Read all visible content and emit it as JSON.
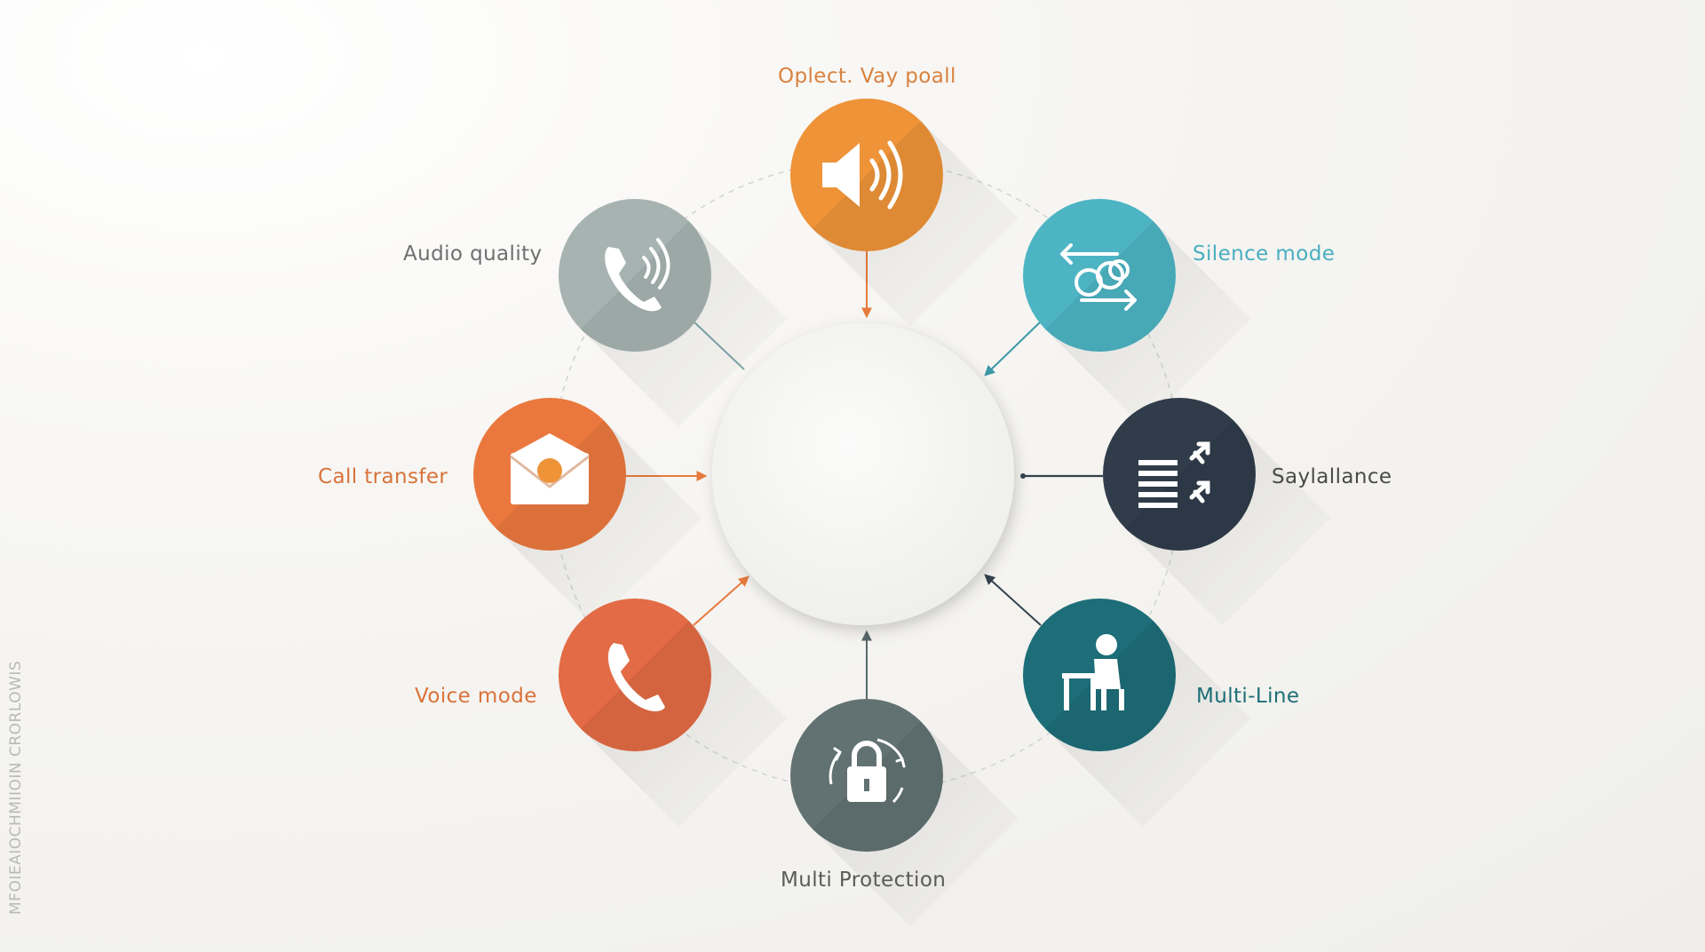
{
  "diagram": {
    "title": "",
    "center": {
      "label": ""
    },
    "nodes": [
      {
        "id": "top",
        "label": "Oplect. Vay poall",
        "color": "#ee9338",
        "label_color": "#d9823f",
        "icon": "speaker-icon"
      },
      {
        "id: ": "",
        "id": "audio-quality",
        "label": "Audio quality",
        "color": "#a6b3b1",
        "label_color": "#6f6f6f",
        "icon": "phone-sound-icon"
      },
      {
        "id": "silence-mode",
        "label": "Silence mode",
        "color": "#4db4c4",
        "label_color": "#4aaec0",
        "icon": "swap-arrows-icon"
      },
      {
        "id": "call-transfer",
        "label": "Call transfer",
        "color": "#ea783e",
        "label_color": "#d9733a",
        "icon": "envelope-icon"
      },
      {
        "id": "saylallance",
        "label": "Saylallance",
        "color": "#303c4a",
        "label_color": "#4a4a4a",
        "icon": "list-arrows-icon"
      },
      {
        "id": "voice-mode",
        "label": "Voice mode",
        "color": "#e36b45",
        "label_color": "#d9733a",
        "icon": "handset-icon"
      },
      {
        "id": "multi-line",
        "label": "Multi-Line",
        "color": "#1d6e78",
        "label_color": "#1d6e78",
        "icon": "person-desk-icon"
      },
      {
        "id": "multi-protection",
        "label": "Multi Protection",
        "color": "#627272",
        "label_color": "#5a5a5a",
        "icon": "lock-sync-icon"
      }
    ]
  },
  "side_text": "MFOIEAIOCHMIIOIN CRORLOWIS"
}
